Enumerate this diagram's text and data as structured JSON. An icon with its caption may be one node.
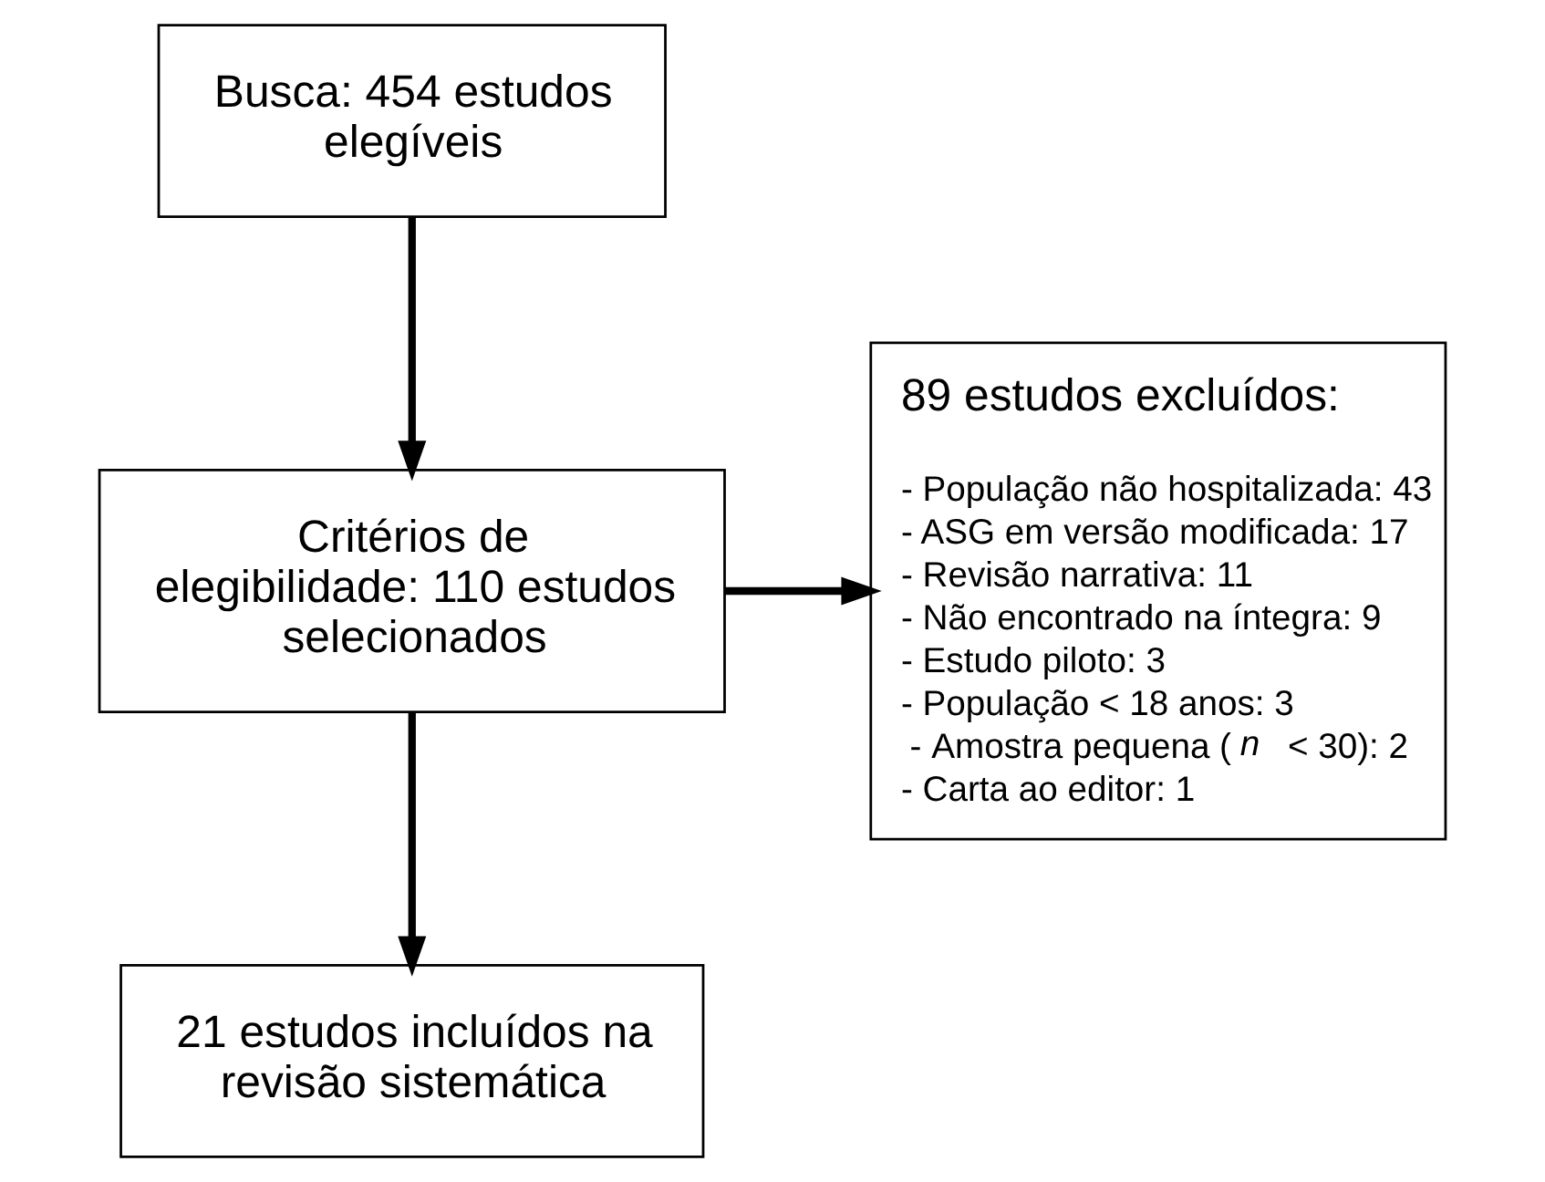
{
  "diagram": {
    "nodes": [
      {
        "text": [
          "Busca: 454 estudos elegíveis"
        ]
      },
      {
        "text": [
          "Critérios de elegibilidade: 110 estudos selecionados"
        ]
      },
      {
        "text": [
          "89 estudos excluídos:",
          "- População não hospitalizada: 43",
          "- ASG em versão modificada: 17",
          "- Revisão narrativa: 11",
          "- Não encontrado na íntegra: 9",
          "- Estudo piloto: 3",
          "- População < 18 anos: 3",
          "- Amostra pequena (*n* < 30): 2",
          "- Carta ao editor: 1"
        ]
      },
      {
        "text": [
          "21 estudos incluídos na revisão sistemática"
        ]
      }
    ],
    "edges": [
      {
        "from": 0,
        "to": 1,
        "arrow": "to"
      },
      {
        "from": 1,
        "to": 2,
        "arrow": "to"
      },
      {
        "from": 1,
        "to": 3,
        "arrow": "to"
      }
    ]
  }
}
